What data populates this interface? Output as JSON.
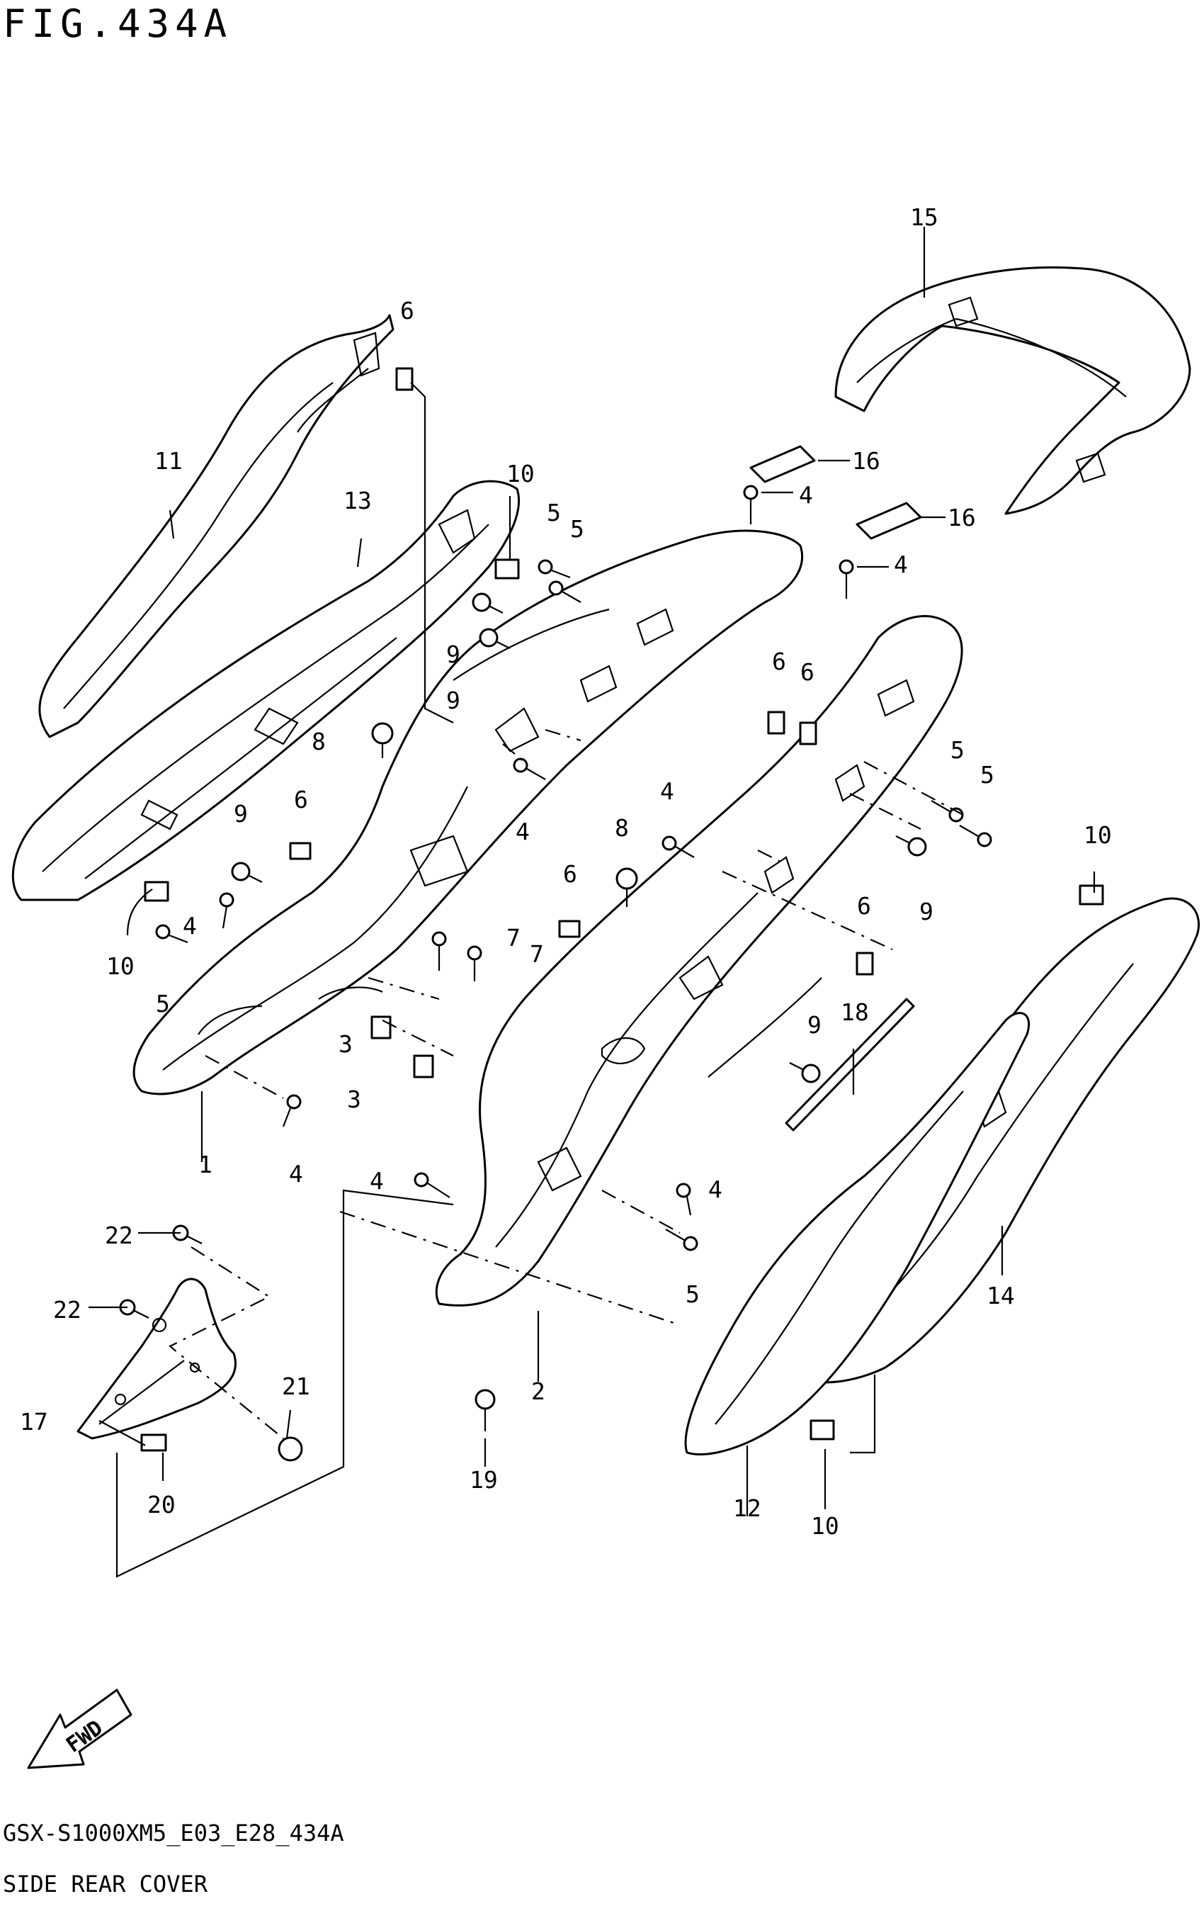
{
  "figure": {
    "title": "FIG.434A",
    "code": "GSX-S1000XM5_E03_E28_434A",
    "name": "SIDE REAR COVER",
    "fwd_label": "FWD"
  },
  "callouts": [
    "1",
    "2",
    "3",
    "3",
    "4",
    "4",
    "4",
    "4",
    "4",
    "4",
    "4",
    "4",
    "5",
    "5",
    "5",
    "5",
    "5",
    "5",
    "6",
    "6",
    "6",
    "6",
    "6",
    "6",
    "7",
    "7",
    "8",
    "8",
    "9",
    "9",
    "9",
    "9",
    "9",
    "10",
    "10",
    "10",
    "10",
    "11",
    "12",
    "13",
    "14",
    "15",
    "16",
    "16",
    "17",
    "18",
    "19",
    "20",
    "21",
    "22",
    "22"
  ]
}
